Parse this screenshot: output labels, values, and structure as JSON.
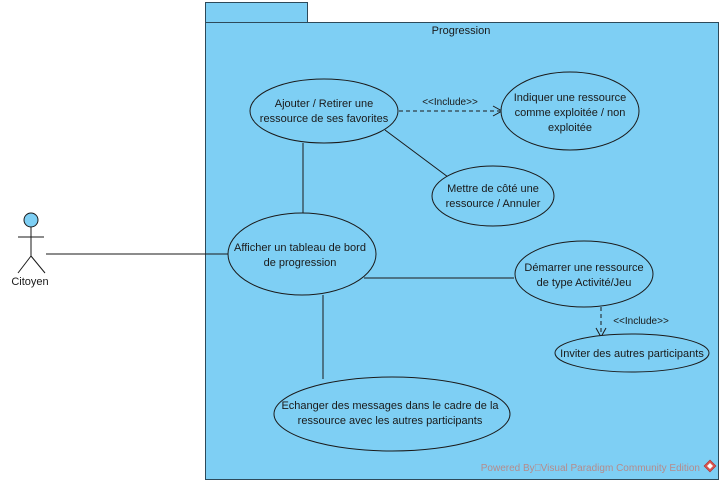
{
  "package": {
    "title": "Progression"
  },
  "actor": {
    "name": "Citoyen"
  },
  "use_cases": {
    "ajouter": [
      "Ajouter / Retirer une",
      "ressource de ses favorites"
    ],
    "indiquer": [
      "Indiquer une ressource",
      "comme exploitée / non",
      "exploitée"
    ],
    "mettre": [
      "Mettre de côté une",
      "ressource / Annuler"
    ],
    "afficher": [
      "Afficher un tableau de bord",
      "de progression"
    ],
    "demarrer": [
      "Démarrer une ressource",
      "de type Activité/Jeu"
    ],
    "inviter": [
      "Inviter des autres participants"
    ],
    "echanger": [
      "Echanger des messages dans le cadre de la",
      "ressource avec les autres participants"
    ]
  },
  "relations": {
    "include_1": "<<Include>>",
    "include_2": "<<Include>>"
  },
  "watermark": "Powered By⎕Visual Paradigm Community Edition",
  "colors": {
    "fill": "#7ecff4",
    "stroke": "#1a1a1a"
  }
}
